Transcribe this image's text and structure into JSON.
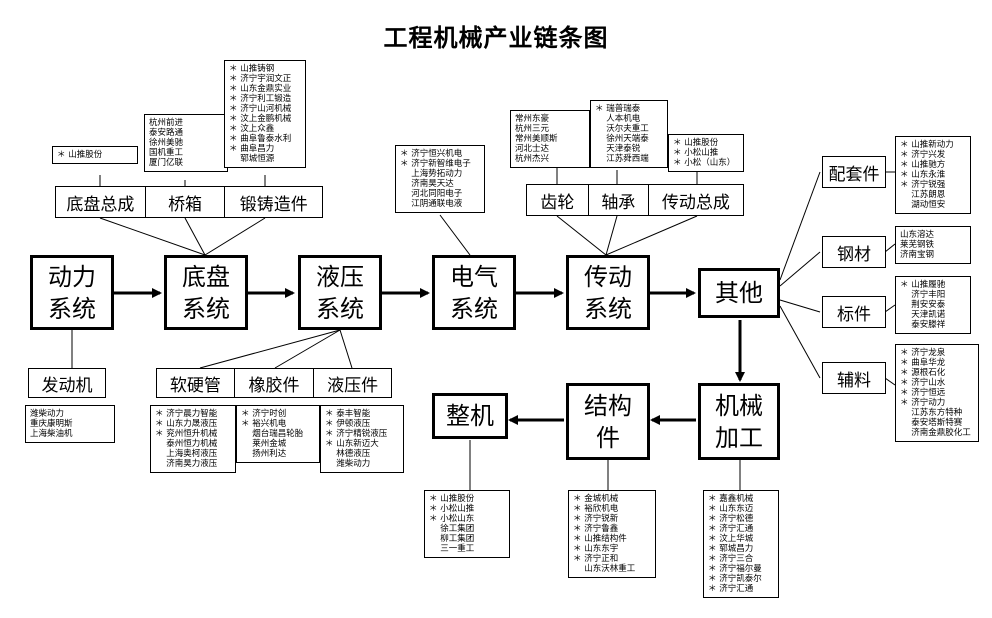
{
  "title": "工程机械产业链条图",
  "main_nodes": {
    "power": "动力系统",
    "chassis": "底盘系统",
    "hydraulic": "液压系统",
    "electric": "电气系统",
    "transmission": "传动系统",
    "other": "其他",
    "machining": "机械加工",
    "structural": "结构件",
    "complete": "整机"
  },
  "sub_nodes": {
    "engine": "发动机",
    "chassis_assembly": "底盘总成",
    "axle": "桥箱",
    "forging": "锻铸造件",
    "soft_hard_pipe": "软硬管",
    "rubber": "橡胶件",
    "hydraulic_parts": "液压件",
    "gear": "齿轮",
    "bearing": "轴承",
    "transmission_assembly": "传动总成",
    "accessory": "配套件",
    "steel": "钢材",
    "standard_parts": "标件",
    "auxiliary": "辅料"
  },
  "companies": {
    "engine": [
      "潍柴动力",
      "重庆康明斯",
      "上海柴油机"
    ],
    "chassis_assembly": [
      "＊ 山推股份"
    ],
    "axle": [
      "杭州前进",
      "泰安路通",
      "徐州美驰",
      "国机重工",
      "厦门亿联"
    ],
    "forging": [
      "＊ 山推铸钢",
      "＊ 济宁宇润文正",
      "＊ 山东金鼎实业",
      "＊ 济宁利工锻造",
      "＊ 济宁山河机械",
      "＊ 汶上金鹏机械",
      "＊ 汶上众鑫",
      "＊ 曲阜鲁泰水利",
      "＊ 曲阜昌力",
      "　 郓城恒源"
    ],
    "soft_hard_pipe": [
      "＊ 济宁晨力智能",
      "＊ 山东力晟液压",
      "＊ 兖州恒升机械",
      "　 泰州恒力机械",
      "　 上海奥柯液压",
      "　 济南昊力液压"
    ],
    "rubber": [
      "＊ 济宁时创",
      "＊ 裕兴机电",
      "　 烟台瑞昌轮胎",
      "　 莱州金城",
      "　 扬州利达"
    ],
    "hydraulic_parts": [
      "＊ 泰丰智能",
      "＊ 伊顿液压",
      "＊ 济宁精锐液压",
      "＊ 山东新迈大",
      "　 林德液压",
      "　 潍柴动力"
    ],
    "electric": [
      "＊ 济宁恒兴机电",
      "＊ 济宁新智维电子",
      "　 上海势拓动力",
      "　 济南昊天达",
      "　 河北同阳电子",
      "　 江阴通联电液"
    ],
    "gear": [
      "常州东豪",
      "杭州三元",
      "常州美顺斯",
      "河北士达",
      "杭州杰兴"
    ],
    "bearing": [
      "＊ 瑞普瑞泰",
      "　 人本机电",
      "　 沃尔夫重工",
      "　 徐州天端泰",
      "　 天津泰锐",
      "　 江苏舜西端"
    ],
    "transmission_assembly": [
      "＊ 山推股份",
      "＊ 小松山推",
      "＊ 小松（山东）"
    ],
    "accessory": [
      "＊ 山推新动力",
      "＊ 济宁兴发",
      "＊ 山推驰方",
      "＊ 山东永淮",
      "＊ 济宁锐强",
      "　 江苏朗恩",
      "　 湖动恒安"
    ],
    "steel": [
      "山东溶达",
      "莱芜钢铁",
      "济南宝钢"
    ],
    "standard_parts": [
      "＊ 山推履驰",
      "　 济宁丰阳",
      "　 荆安安泰",
      "　 天津凯诺",
      "　 泰安滕祥"
    ],
    "auxiliary": [
      "＊ 济宁龙泉",
      "＊ 曲阜华龙",
      "＊ 源根石化",
      "＊ 济宁山水",
      "＊ 济宁恒远",
      "＊ 济宁动力",
      "　 江苏东方特种",
      "　 泰安塔斯特赛",
      "　 济南金鼎胶化工"
    ],
    "complete": [
      "＊ 山推股份",
      "＊ 小松山推",
      "＊ 小松山东",
      "　 徐工集团",
      "　 柳工集团",
      "　 三一重工"
    ],
    "structural": [
      "＊ 金城机械",
      "＊ 裕欣机电",
      "＊ 济宁锐新",
      "＊ 济宁鲁鑫",
      "＊ 山推结构件",
      "＊ 山东东宇",
      "＊ 济宁正和",
      "　 山东沃林重工"
    ],
    "machining": [
      "＊ 嘉鑫机械",
      "＊ 山东东迈",
      "＊ 济宁松德",
      "＊ 济宁汇通",
      "＊ 汶上华城",
      "＊ 郓城昌力",
      "＊ 济宁三合",
      "＊ 济宁福尔曼",
      "＊ 济宁凯泰尔",
      "＊ 济宁汇通"
    ]
  },
  "colors": {
    "line": "#000000",
    "background": "#ffffff"
  }
}
